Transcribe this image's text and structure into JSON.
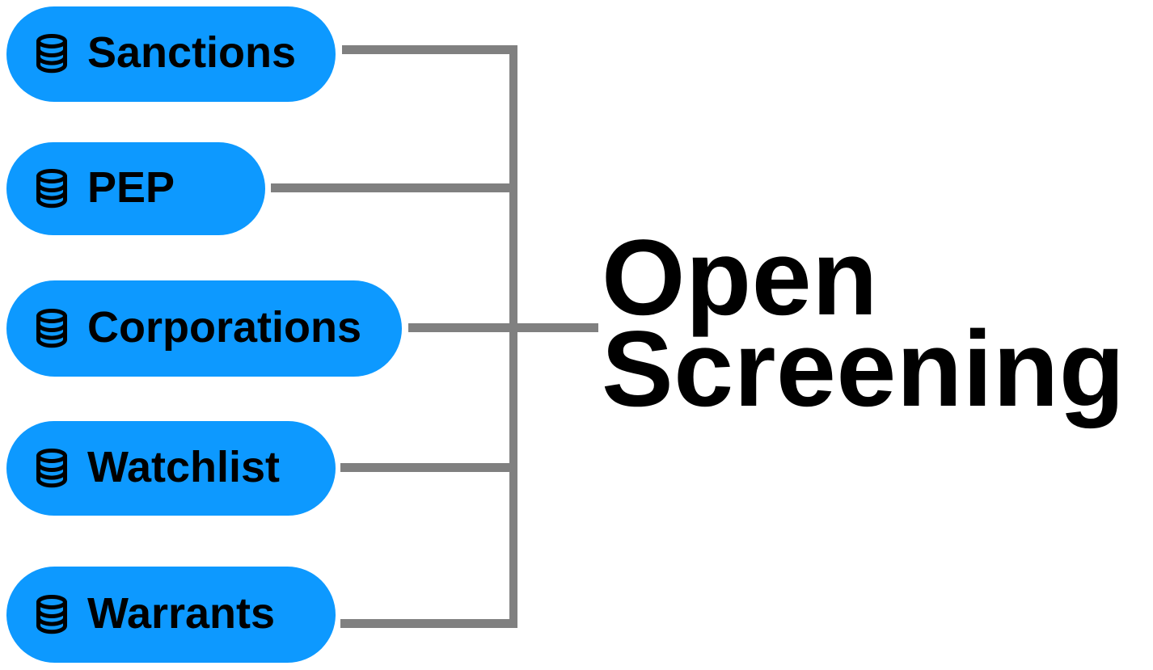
{
  "diagram": {
    "title_line1": "Open",
    "title_line2": "Screening",
    "colors": {
      "node_fill": "#0D99FF",
      "connector": "#808080",
      "text": "#000000"
    },
    "nodes": [
      {
        "label": "Sanctions",
        "icon": "database-icon"
      },
      {
        "label": "PEP",
        "icon": "database-icon"
      },
      {
        "label": "Corporations",
        "icon": "database-icon"
      },
      {
        "label": "Watchlist",
        "icon": "database-icon"
      },
      {
        "label": "Warrants",
        "icon": "database-icon"
      }
    ]
  }
}
